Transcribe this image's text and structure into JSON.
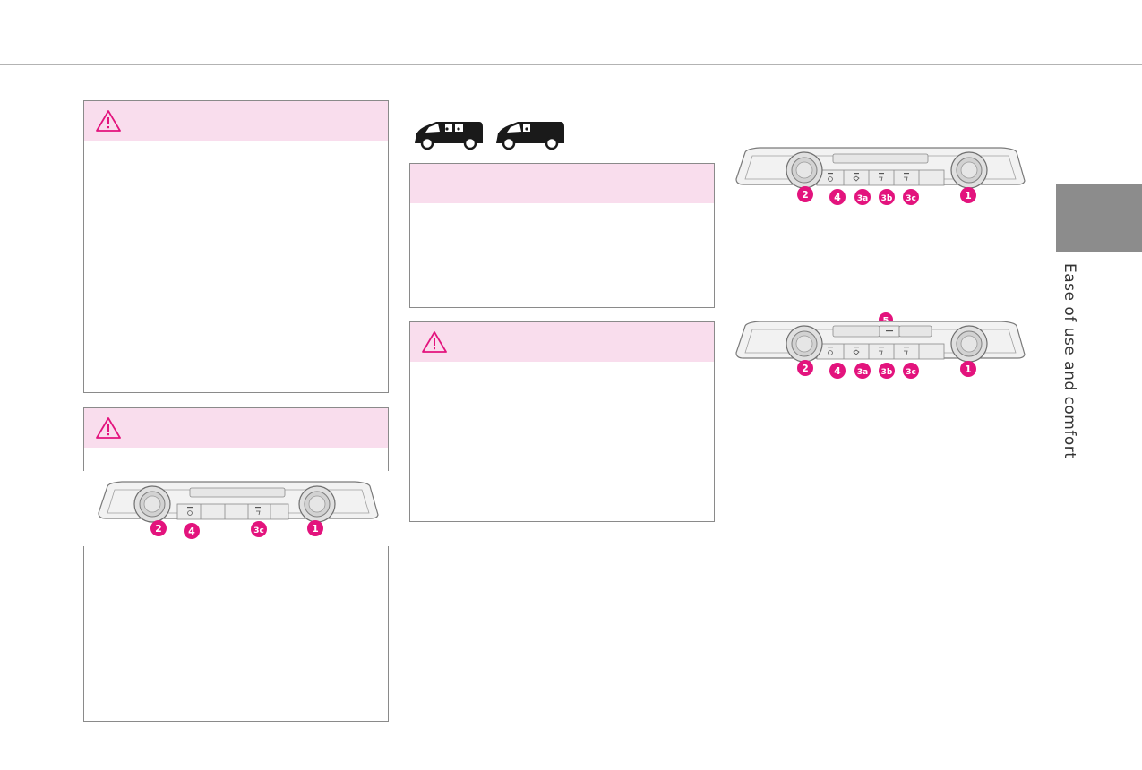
{
  "sidebar": {
    "section_label": "Ease of use and comfort"
  },
  "panel_small": {
    "badges": [
      {
        "label": "2"
      },
      {
        "label": "4"
      },
      {
        "label": "3c"
      },
      {
        "label": "1"
      }
    ]
  },
  "panel_full": {
    "badges": [
      {
        "label": "2"
      },
      {
        "label": "4"
      },
      {
        "label": "3a"
      },
      {
        "label": "3b"
      },
      {
        "label": "3c"
      },
      {
        "label": "1"
      }
    ]
  },
  "panel_full_ac": {
    "badges": [
      {
        "label": "5"
      },
      {
        "label": "2"
      },
      {
        "label": "4"
      },
      {
        "label": "3a"
      },
      {
        "label": "3b"
      },
      {
        "label": "3c"
      },
      {
        "label": "1"
      }
    ]
  },
  "colors": {
    "accent": "#e3137d",
    "header_fill": "#f9dded",
    "border": "#8a8a8a",
    "tab": "#8c8c8c"
  },
  "icons": {
    "warning": "warning-triangle-icon",
    "van_passenger": "van-with-passengers-icon",
    "van_cargo": "van-single-row-icon"
  }
}
